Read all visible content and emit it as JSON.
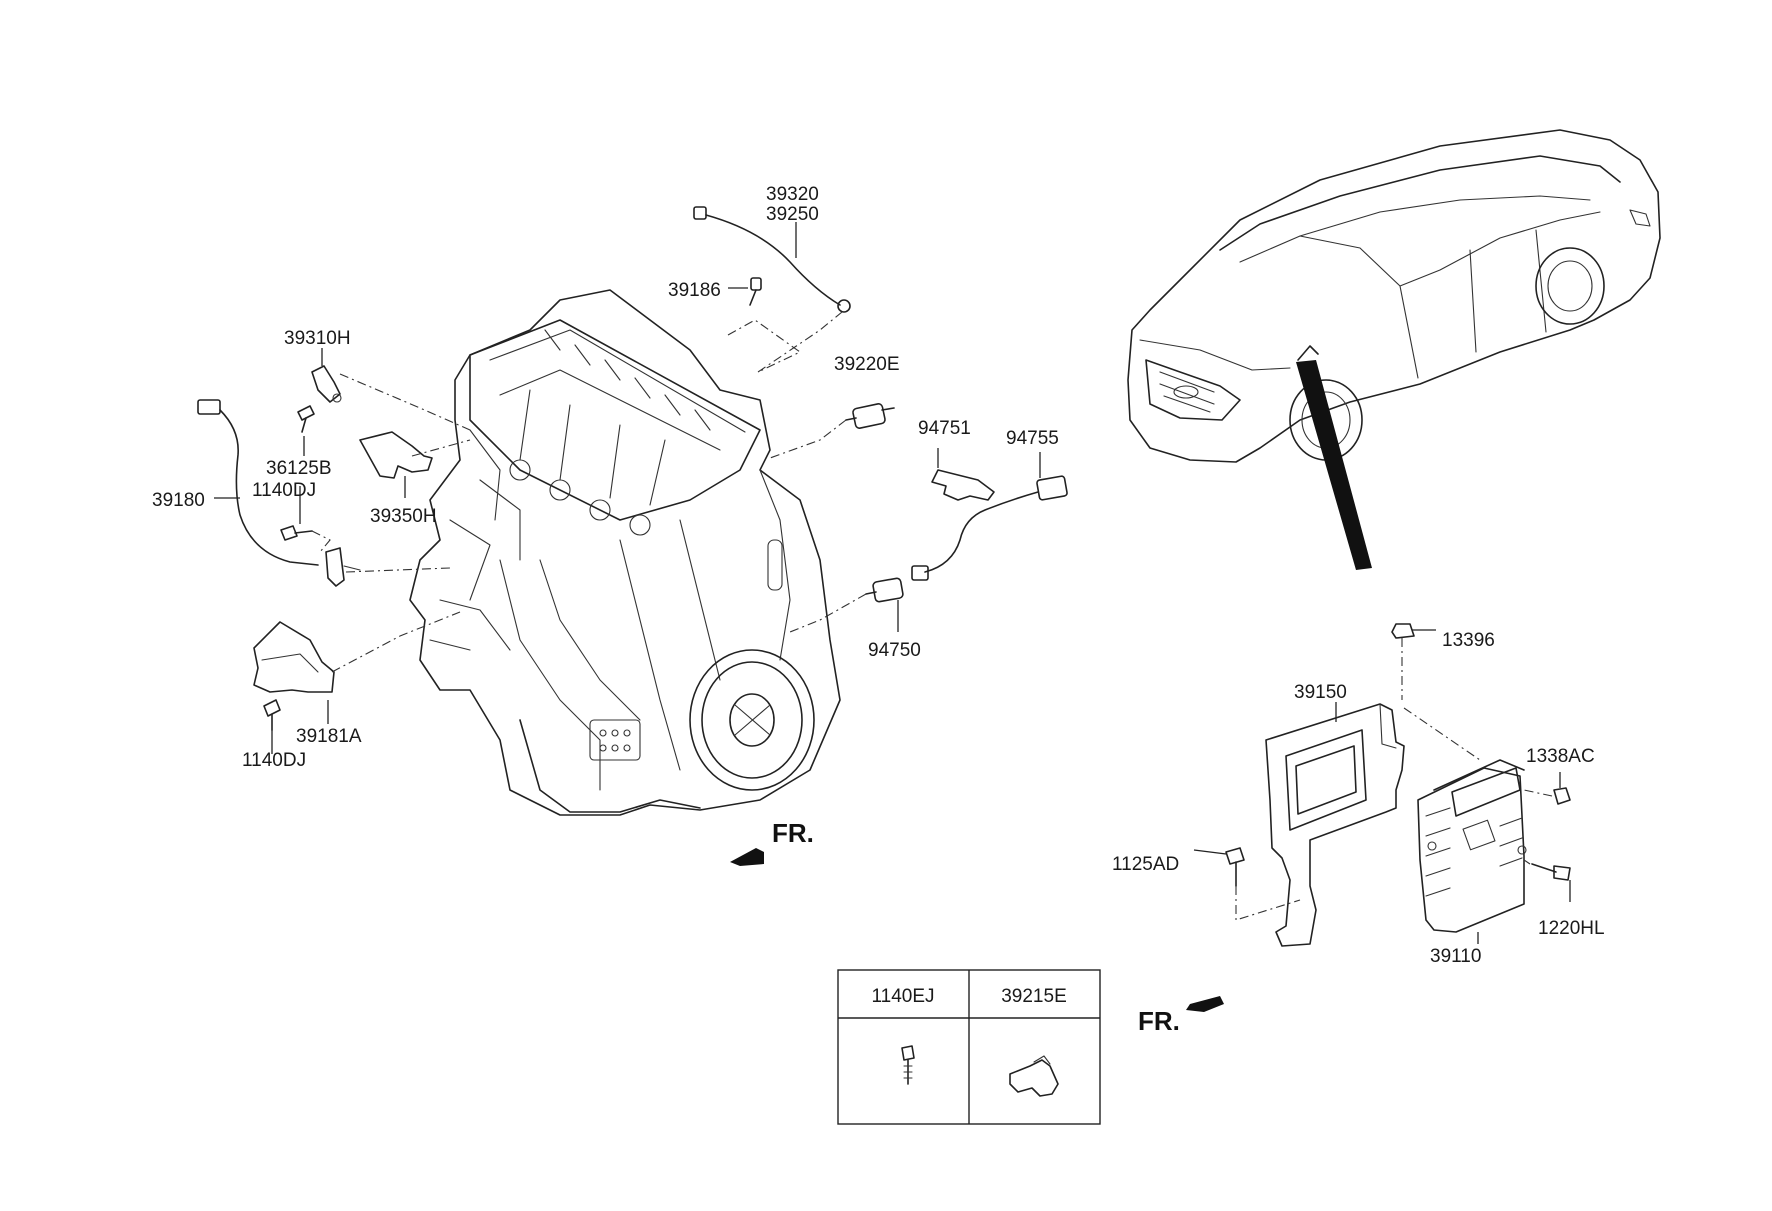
{
  "labels": {
    "p39320": "39320",
    "p39250": "39250",
    "p39186": "39186",
    "p39310H": "39310H",
    "p39220E": "39220E",
    "p94751": "94751",
    "p94755": "94755",
    "p36125B": "36125B",
    "p1140DJ_a": "1140DJ",
    "p39180": "39180",
    "p39350H": "39350H",
    "p94750": "94750",
    "p39181A": "39181A",
    "p1140DJ_b": "1140DJ",
    "p13396": "13396",
    "p39150": "39150",
    "p1338AC": "1338AC",
    "p1125AD": "1125AD",
    "p1220HL": "1220HL",
    "p39110": "39110"
  },
  "fr_markers": {
    "engine": "FR.",
    "ecu": "FR."
  },
  "parts_table": {
    "headers": [
      "1140EJ",
      "39215E"
    ],
    "icons": [
      "bolt-icon",
      "clip-icon"
    ]
  }
}
